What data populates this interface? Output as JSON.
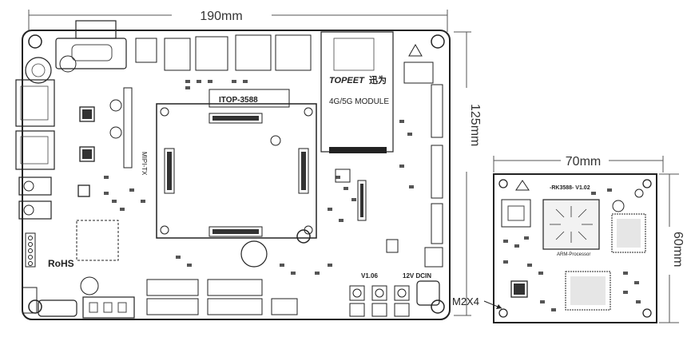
{
  "dimensions": {
    "main_width": "190mm",
    "main_height": "125mm",
    "module_width": "70mm",
    "module_height": "60mm",
    "screw_callout": "M2X4"
  },
  "main_board": {
    "logo": "TOPEET",
    "logo_cn": "迅为",
    "model": "ITOP-3588",
    "module_slot": "4G/5G MODULE",
    "rohs": "RoHS",
    "version": "V1.06",
    "power": "12V DCIN",
    "mipi_label": "MIPI-TX"
  },
  "core_module": {
    "title": "-RK3588- V1.02",
    "processor_label": "ARM-Processor"
  }
}
